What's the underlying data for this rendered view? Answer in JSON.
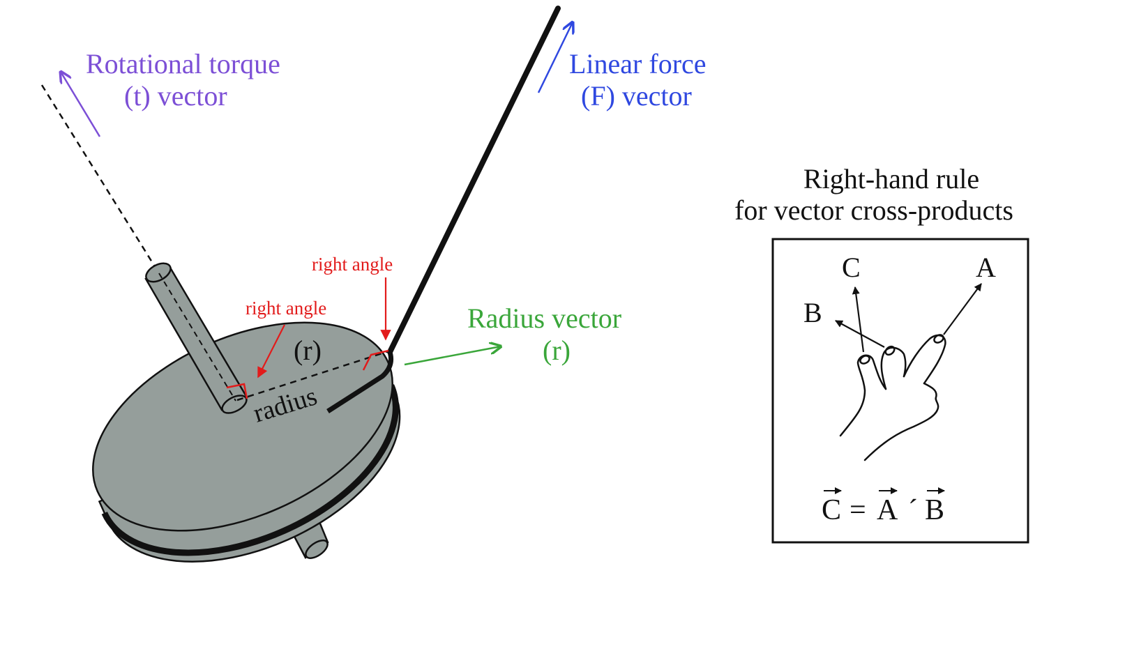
{
  "labels": {
    "torque_line1": "Rotational torque",
    "torque_line2": "(t)  vector",
    "force_line1": "Linear force",
    "force_line2": "(F)  vector",
    "radius_vec_line1": "Radius vector",
    "radius_vec_line2": "(r)",
    "right_angle_top": "right angle",
    "right_angle_left": "right angle",
    "disc_r": "(r)",
    "radius": "radius"
  },
  "right_hand_rule": {
    "title_line1": "Right-hand rule",
    "title_line2": "for vector cross-products",
    "letter_a": "A",
    "letter_b": "B",
    "letter_c": "C",
    "eq_c": "C",
    "eq_equals": "=",
    "eq_a": "A",
    "eq_times": "´",
    "eq_b": "B"
  },
  "colors": {
    "torque": "#7c4fd6",
    "force": "#2f48e0",
    "radius_vector": "#3aa63a",
    "right_angle": "#e21b1b",
    "disc_fill": "#959e9b",
    "outline": "#111111"
  }
}
